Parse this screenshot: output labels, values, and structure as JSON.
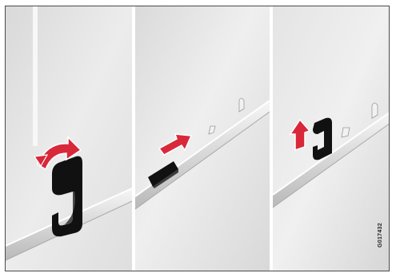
{
  "figure": {
    "code": "G017432",
    "panels": [
      {
        "step": "panel-1-rotate-hook"
      },
      {
        "step": "panel-2-slide-hook"
      },
      {
        "step": "panel-3-lift-hook"
      }
    ],
    "colors": {
      "arrow": "#d8283a",
      "hook": "#111111",
      "background": "#e6e6e6",
      "divider": "#ffffff",
      "border": "#4a4a4a"
    }
  }
}
